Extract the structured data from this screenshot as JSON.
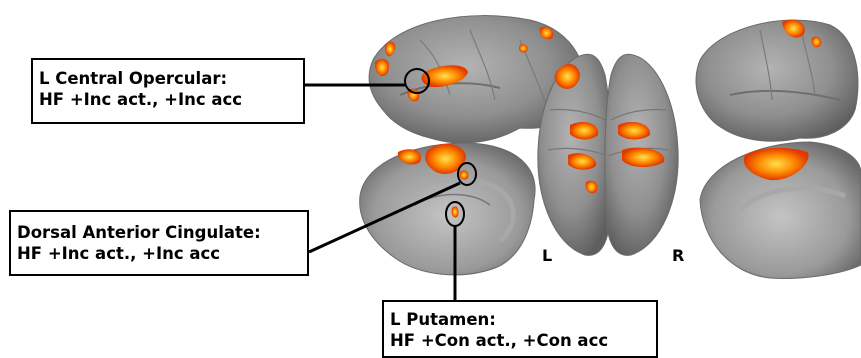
{
  "callouts": {
    "opercular": {
      "line1": "L Central Opercular:",
      "line2": "HF +Inc act., +Inc acc"
    },
    "cingulate": {
      "line1": "Dorsal Anterior Cingulate:",
      "line2": "HF +Inc act., +Inc acc"
    },
    "putamen": {
      "line1": "L Putamen:",
      "line2": "HF +Con act., +Con acc"
    }
  },
  "hemisphere_labels": {
    "left": "L",
    "right": "R"
  },
  "colors": {
    "cortex": "#8f8f8f",
    "activation_hot": "#ffcc00",
    "activation_warm": "#ff6600",
    "activation_deep": "#d42a00",
    "outline": "#000000"
  }
}
